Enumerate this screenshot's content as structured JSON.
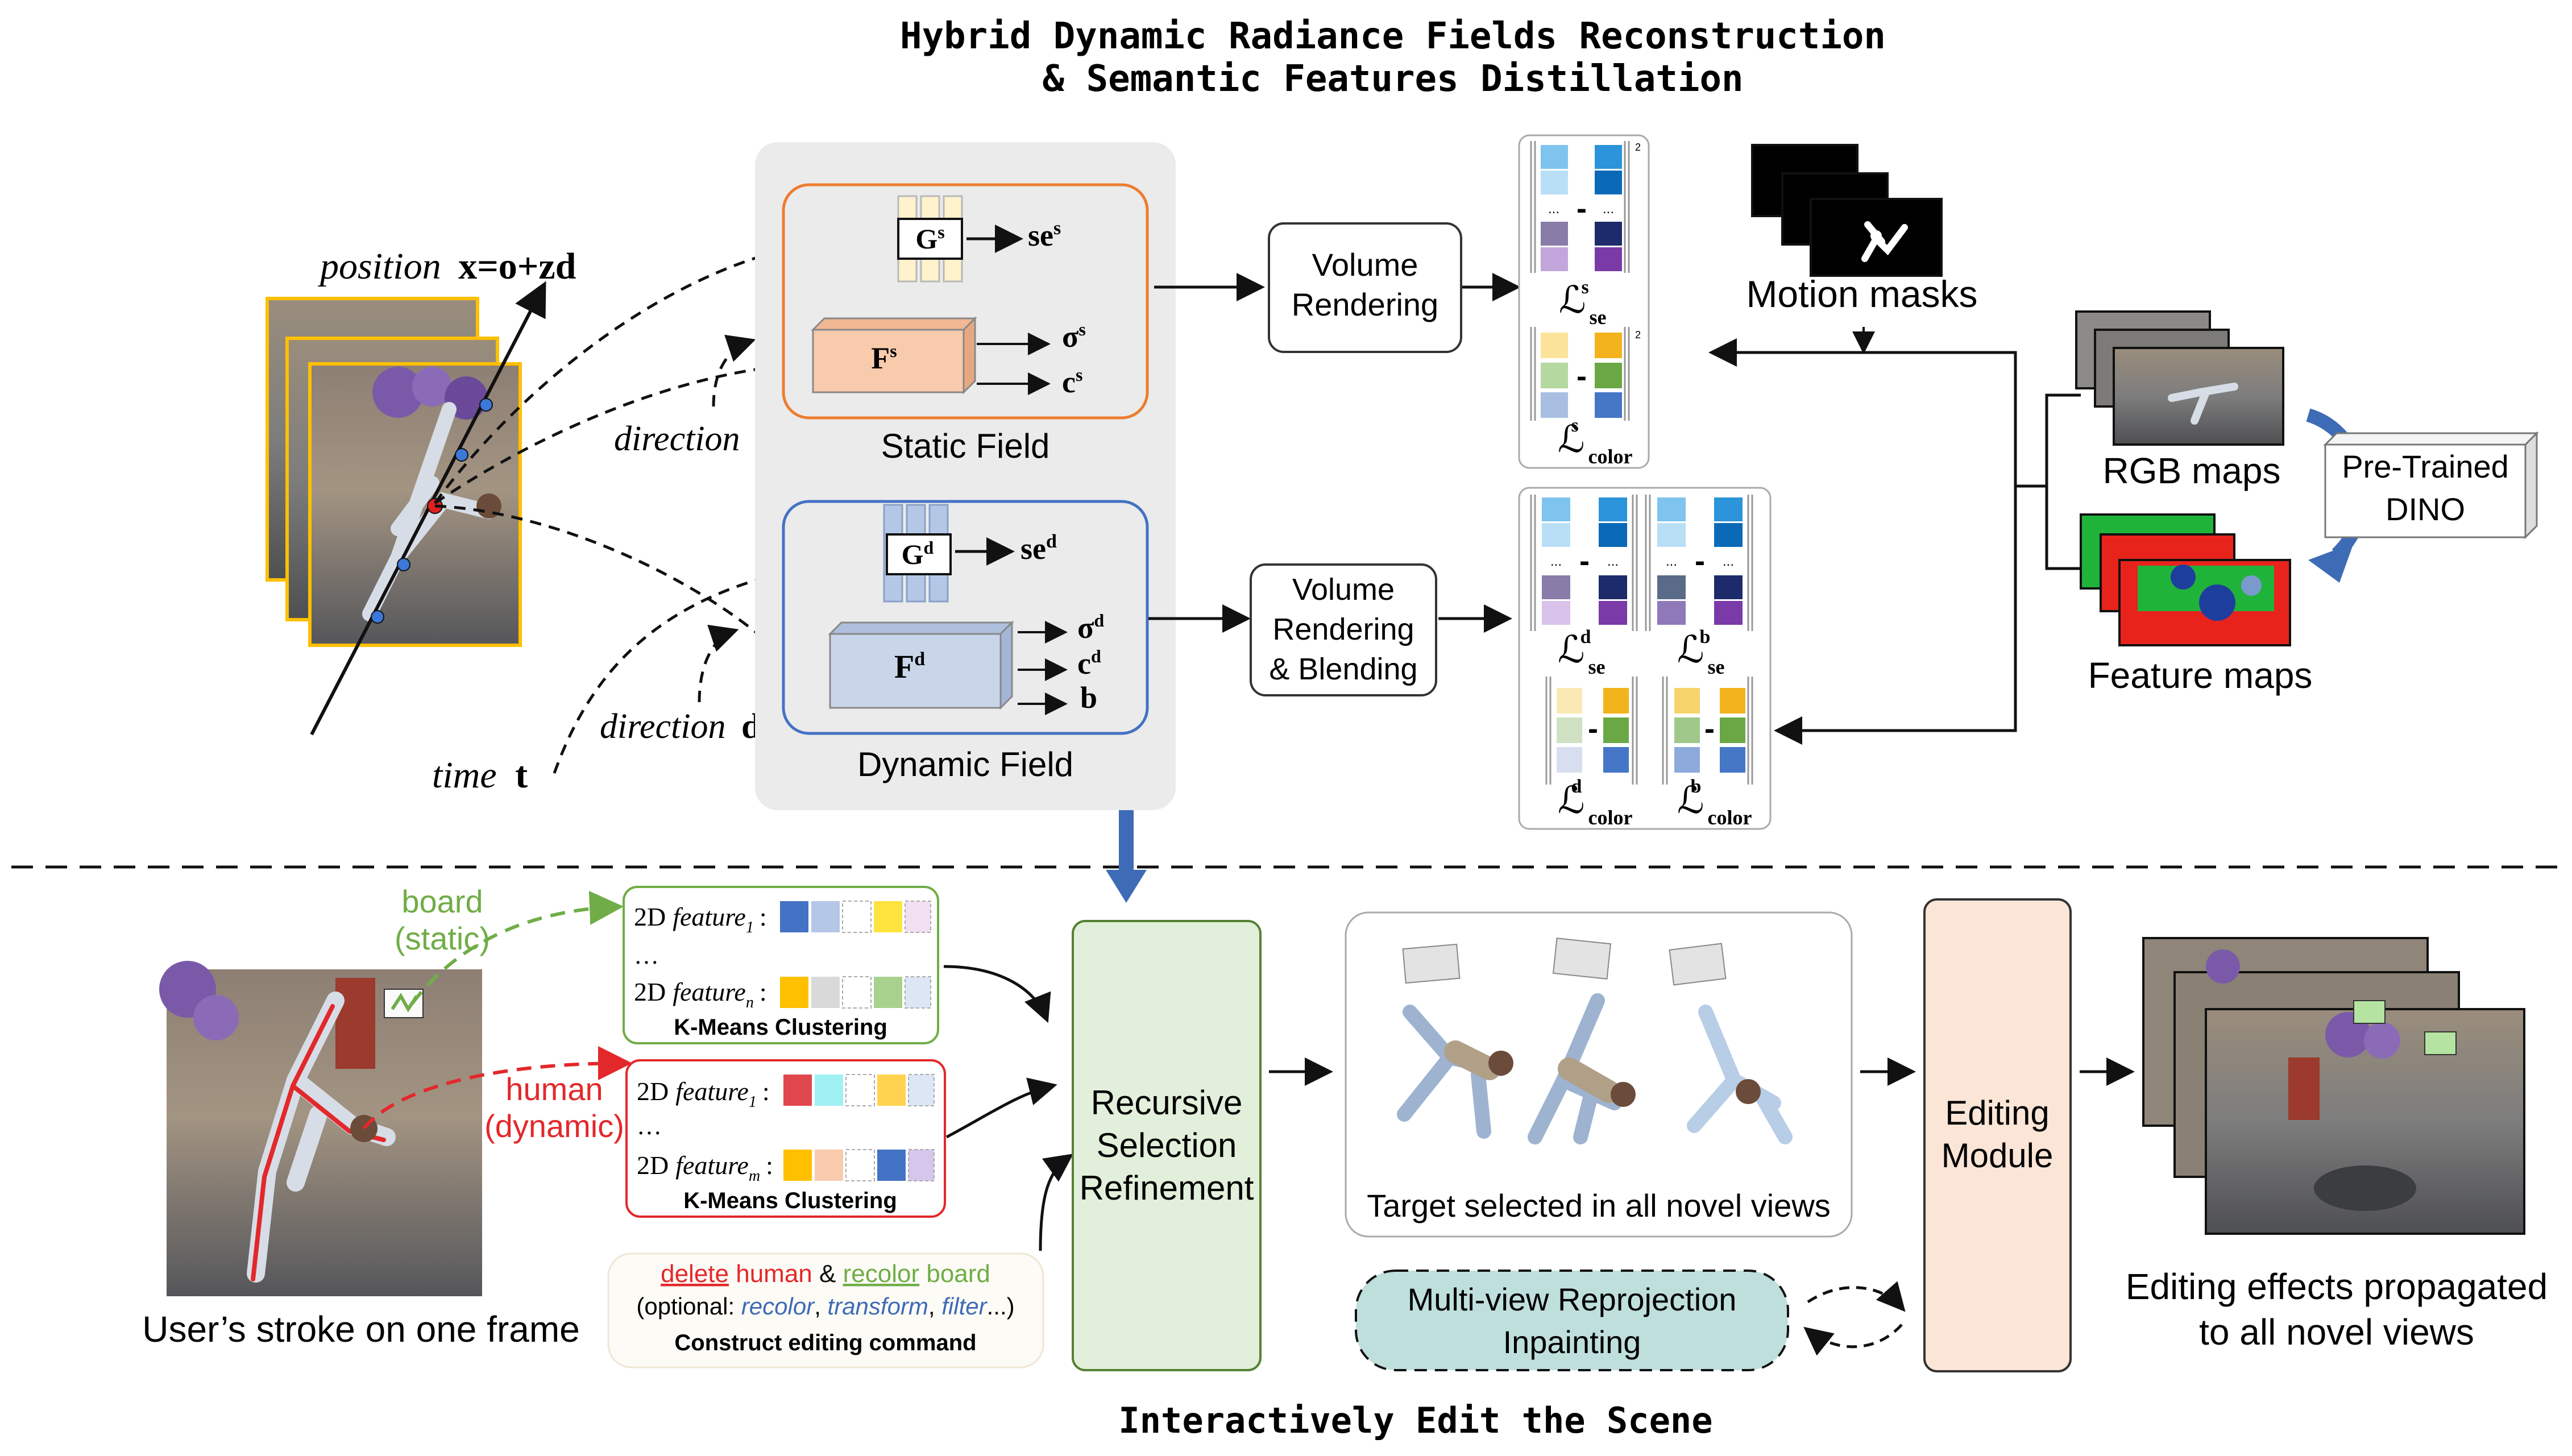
{
  "titles": {
    "top_line1": "Hybrid Dynamic Radiance Fields Reconstruction",
    "top_line2": "& Semantic Features Distillation",
    "bottom": "Interactively Edit the Scene"
  },
  "inputs": {
    "position_word": "position",
    "position_formula": "x=o+zd",
    "direction_word": "direction",
    "direction_var": "d",
    "time_word": "time",
    "time_var": "t"
  },
  "static_field": {
    "label": "Static Field",
    "grid": "G",
    "grid_sup": "s",
    "mlp": "F",
    "mlp_sup": "s",
    "out_se": "se",
    "out_se_sup": "s",
    "out_sigma": "σ",
    "out_sigma_sup": "s",
    "out_c": "c",
    "out_c_sup": "s"
  },
  "dynamic_field": {
    "label": "Dynamic Field",
    "grid": "G",
    "grid_sup": "d",
    "mlp": "F",
    "mlp_sup": "d",
    "out_se": "se",
    "out_se_sup": "d",
    "out_sigma": "σ",
    "out_sigma_sup": "d",
    "out_c": "c",
    "out_c_sup": "d",
    "out_b": "b"
  },
  "rendering": {
    "static_line1": "Volume",
    "static_line2": "Rendering",
    "dynamic_line1": "Volume",
    "dynamic_line2": "Rendering",
    "dynamic_line3": "& Blending"
  },
  "losses": {
    "L": "ℒ",
    "se_sub": "se",
    "color_sub": "color",
    "s_sup": "s",
    "d_sup": "d",
    "b_sup": "b",
    "dots": "...",
    "minus": "-",
    "sq": "2"
  },
  "supervision": {
    "motion_masks": "Motion masks",
    "rgb_maps": "RGB maps",
    "feature_maps": "Feature maps",
    "dino_line1": "Pre-Trained",
    "dino_line2": "DINO"
  },
  "editing": {
    "board_line1": "board",
    "board_line2": "(static)",
    "human_line1": "human",
    "human_line2": "(dynamic)",
    "stroke_caption": "User’s stroke on one frame",
    "feature_2d": "2D",
    "feature_word": "feature",
    "feature_sub_1": "1",
    "feature_sub_n": "n",
    "feature_sub_m": "m",
    "colon": ":",
    "ellipsis": "…",
    "kmeans": "K-Means Clustering",
    "cmd_delete": "delete",
    "cmd_human": "human",
    "cmd_amp": "&",
    "cmd_recolor": "recolor",
    "cmd_board": "board",
    "cmd_optional": "(optional:",
    "cmd_opt_recolor": "recolor",
    "cmd_opt_transform": "transform",
    "cmd_opt_filter": "filter",
    "cmd_opt_end": "...)",
    "cmd_caption": "Construct editing command",
    "recursive_line1": "Recursive",
    "recursive_line2": "Selection",
    "recursive_line3": "Refinement",
    "target_caption": "Target selected in all novel views",
    "inpaint_line1": "Multi-view Reprojection",
    "inpaint_line2": "Inpainting",
    "editing_module_line1": "Editing",
    "editing_module_line2": "Module",
    "effects_line1": "Editing effects propagated",
    "effects_line2": "to all novel views"
  },
  "colors": {
    "static_border": "#ED7D31",
    "dynamic_border": "#4472C4",
    "field_bg": "#EBEBEB",
    "static_mlp": "#F8CBAD",
    "dynamic_mlp": "#C9D6EA",
    "static_grid": "#FFF2CC",
    "dynamic_grid": "#B4C7E7",
    "recursive_bg": "#E2EFDA",
    "recursive_border": "#548235",
    "editing_bg": "#FBE5D6",
    "inpaint_bg": "#BFDFDD",
    "board_green": "#70AD47",
    "human_red": "#E3282B",
    "frame_gold": "#FFC000",
    "blue_arrow": "#3E6BB5"
  }
}
